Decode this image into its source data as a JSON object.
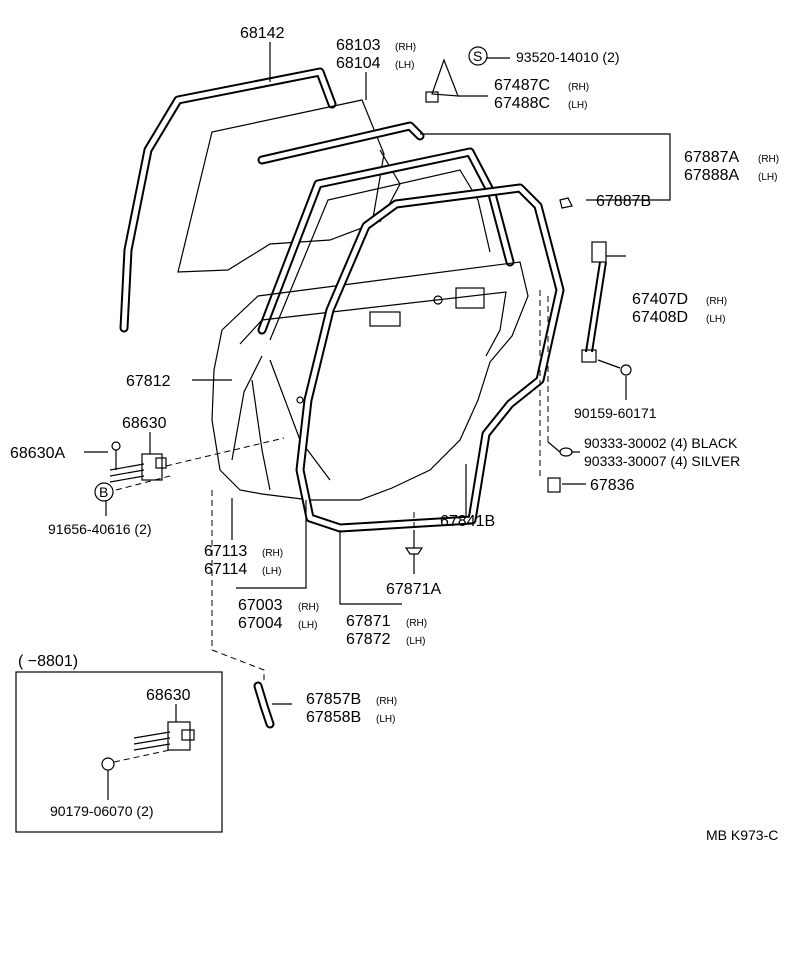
{
  "labels": {
    "p68142": "68142",
    "p68103": "68103",
    "p68103_s": "(RH)",
    "p68104": "68104",
    "p68104_s": "(LH)",
    "sym_s": "S",
    "p93520": "93520-14010 (2)",
    "p67487c": "67487C",
    "p67487c_s": "(RH)",
    "p67488c": "67488C",
    "p67488c_s": "(LH)",
    "p67887a": "67887A",
    "p67887a_s": "(RH)",
    "p67888a": "67888A",
    "p67888a_s": "(LH)",
    "p67887b": "67887B",
    "p67407d": "67407D",
    "p67407d_s": "(RH)",
    "p67408d": "67408D",
    "p67408d_s": "(LH)",
    "p90159": "90159-60171",
    "p90333a": "90333-30002 (4) BLACK",
    "p90333b": "90333-30007 (4) SILVER",
    "p67836": "67836",
    "p67812": "67812",
    "p68630": "68630",
    "p68630a": "68630A",
    "sym_b": "B",
    "p91656": "91656-40616 (2)",
    "p67113": "67113",
    "p67113_s": "(RH)",
    "p67114": "67114",
    "p67114_s": "(LH)",
    "p67841b": "67841B",
    "p67003": "67003",
    "p67003_s": "(RH)",
    "p67004": "67004",
    "p67004_s": "(LH)",
    "p67871a": "67871A",
    "p67871": "67871",
    "p67871_s": "(RH)",
    "p67872": "67872",
    "p67872_s": "(LH)",
    "inset_range": "(        −8801)",
    "p68630_inset": "68630",
    "p90179": "90179-06070 (2)",
    "p67857b": "67857B",
    "p67857b_s": "(RH)",
    "p67858b": "67858B",
    "p67858b_s": "(LH)",
    "code": "MB K973-C"
  }
}
